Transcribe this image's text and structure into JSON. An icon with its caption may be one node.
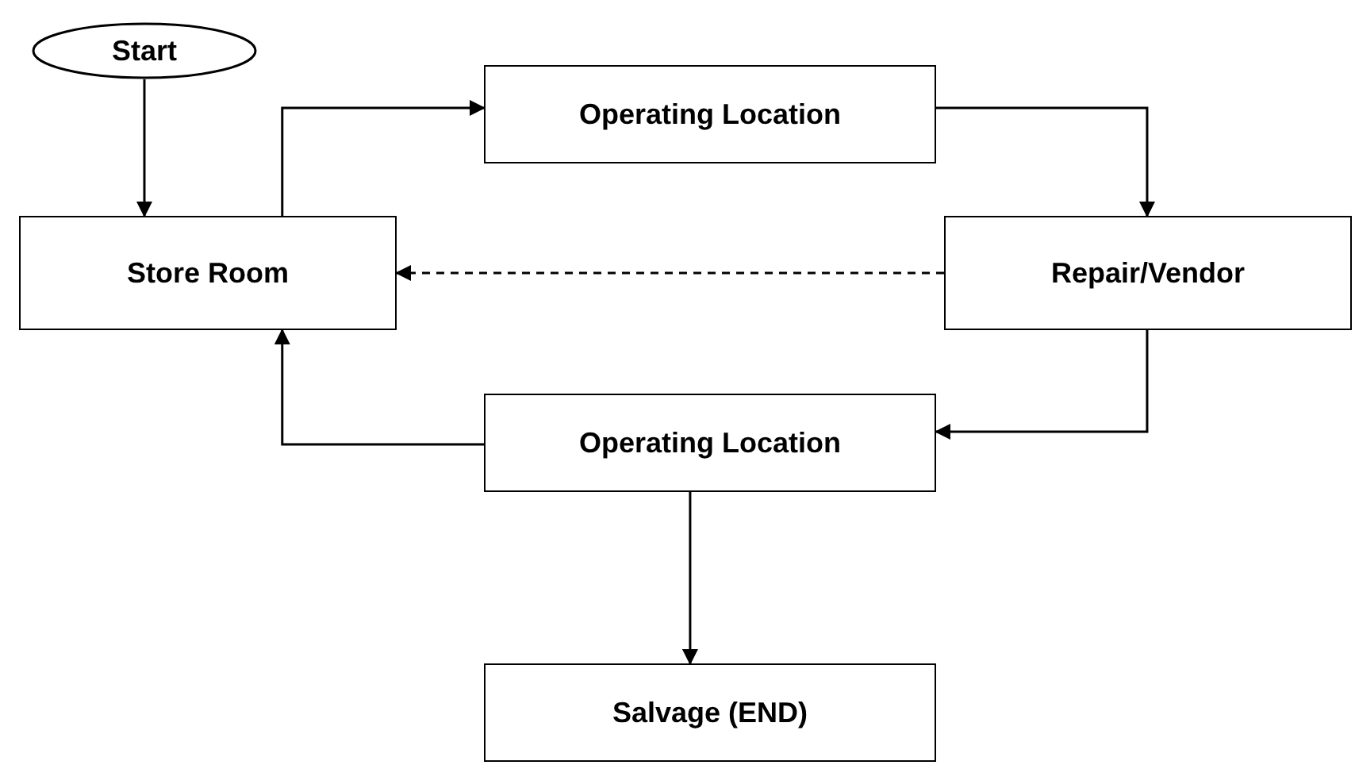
{
  "diagram": {
    "nodes": [
      {
        "text": [
          "Start"
        ]
      },
      {
        "text": [
          "Store Room"
        ]
      },
      {
        "text": [
          "Operating Location"
        ]
      },
      {
        "text": [
          "Repair/Vendor"
        ]
      },
      {
        "text": [
          "Operating Location"
        ]
      },
      {
        "text": [
          "Salvage (END)"
        ]
      }
    ],
    "edges": [
      {
        "from": 0,
        "to": 1,
        "arrow": "to"
      },
      {
        "from": 1,
        "to": 2,
        "arrow": "to"
      },
      {
        "from": 2,
        "to": 3,
        "arrow": "to"
      },
      {
        "from": 3,
        "to": 1,
        "arrow": "to",
        "style": "dashed"
      },
      {
        "from": 3,
        "to": 4,
        "arrow": "to"
      },
      {
        "from": 4,
        "to": 1,
        "arrow": "to"
      },
      {
        "from": 4,
        "to": 5,
        "arrow": "to"
      }
    ]
  }
}
